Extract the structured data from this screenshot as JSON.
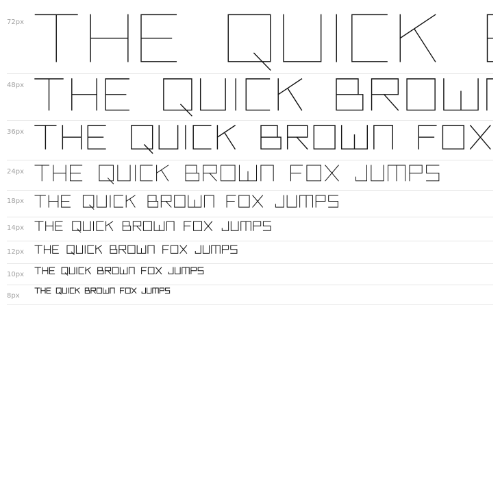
{
  "specimen": {
    "sample_text": "THE QUICK BROWN FOX JUMPS",
    "ink_color": "#111111",
    "label_color": "#a0a0a0",
    "rule_color": "#e6e6e6",
    "rows": [
      {
        "label": "72px"
      },
      {
        "label": "48px"
      },
      {
        "label": "36px"
      },
      {
        "label": "24px"
      },
      {
        "label": "18px"
      },
      {
        "label": "14px"
      },
      {
        "label": "12px"
      },
      {
        "label": "10px"
      },
      {
        "label": "8px"
      }
    ]
  }
}
